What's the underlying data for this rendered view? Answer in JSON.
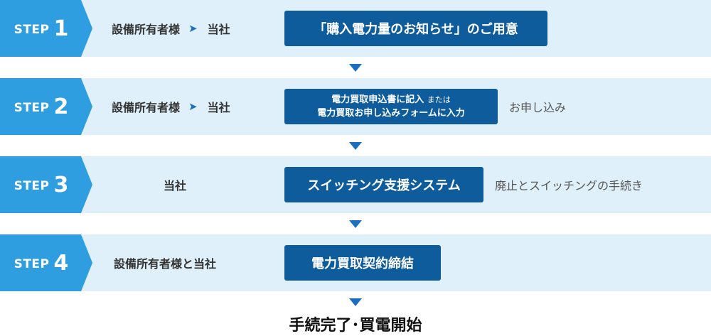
{
  "steps": [
    {
      "word": "STEP",
      "number": "1",
      "actor_from": "設備所有者様",
      "actor_to": "当社",
      "action_line1": "「購入電力量のお知らせ」のご用意",
      "note": ""
    },
    {
      "word": "STEP",
      "number": "2",
      "actor_from": "設備所有者様",
      "actor_to": "当社",
      "action_line1": "電力買取申込書に記入",
      "action_or": "または",
      "action_line2": "電力買取お申し込みフォームに入力",
      "note": "お申し込み"
    },
    {
      "word": "STEP",
      "number": "3",
      "actor": "当社",
      "action_line1": "スイッチング支援システム",
      "note": "廃止とスイッチングの手続き"
    },
    {
      "word": "STEP",
      "number": "4",
      "actor": "設備所有者様と当社",
      "action_line1": "電力買取契約締結",
      "note": ""
    }
  ],
  "arrow_symbol": "➤",
  "final_text": "手続完了･買電開始",
  "colors": {
    "step_tab": "#2e9ee0",
    "row_bg": "#dff0fa",
    "button": "#0f5c9d",
    "arrow": "#1a6fc2"
  }
}
